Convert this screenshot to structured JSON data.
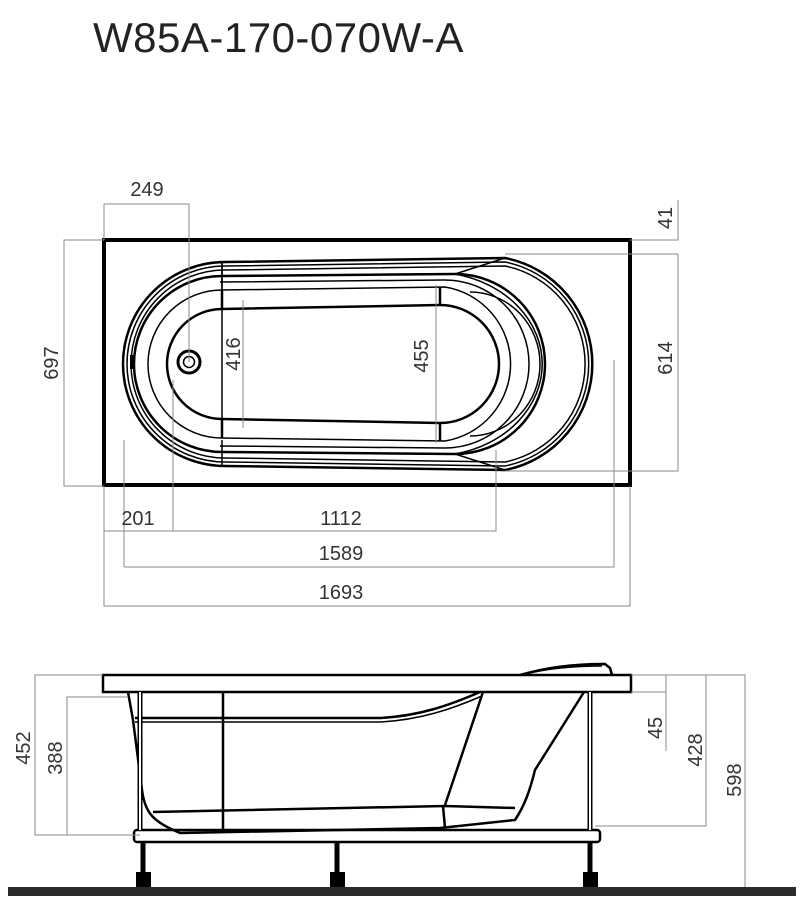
{
  "title": "W85A-170-070W-A",
  "top_view": {
    "dimensions": {
      "drain_offset": "249",
      "rim_edge": "41",
      "overall_width": "697",
      "inner_width_head": "614",
      "bottom_width_drain_end": "416",
      "bottom_width_head_end": "455",
      "drain_end_offset": "201",
      "bottom_length": "1112",
      "inner_length": "1589",
      "overall_length": "1693"
    }
  },
  "side_view": {
    "dimensions": {
      "rim_height": "452",
      "inner_depth_drain": "388",
      "headrest_offset": "45",
      "inner_depth_head": "428",
      "total_height": "598"
    }
  },
  "colors": {
    "line": "#000000",
    "dimension_line": "#8a8a8a",
    "text": "#333333",
    "floor": "#2b2b2b"
  }
}
